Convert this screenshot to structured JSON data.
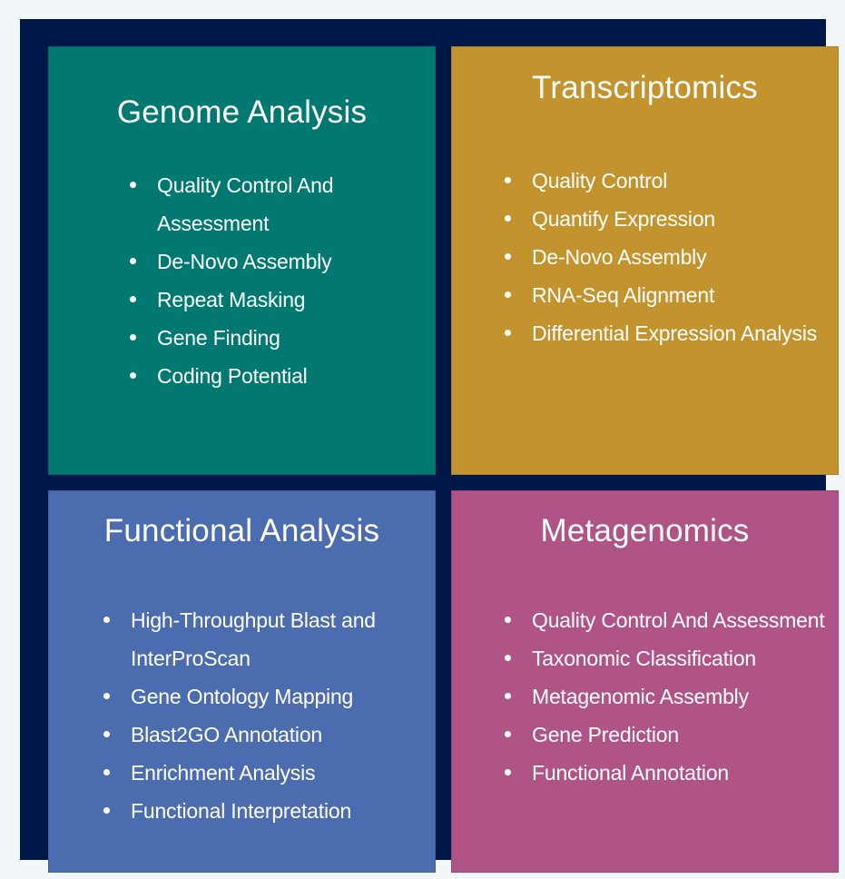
{
  "colors": {
    "page_background": "#f2f6f9",
    "frame": "#00174a",
    "text": "#ffffff"
  },
  "panels": [
    {
      "id": "genome-analysis",
      "title": "Genome Analysis",
      "color": "#017971",
      "items": [
        "Quality Control And Assessment",
        "De-Novo Assembly",
        "Repeat Masking",
        "Gene Finding",
        "Coding Potential"
      ]
    },
    {
      "id": "transcriptomics",
      "title": "Transcriptomics",
      "color": "#c3932d",
      "items": [
        "Quality Control",
        "Quantify Expression",
        "De-Novo Assembly",
        "RNA-Seq Alignment",
        "Differential Expression Analysis"
      ]
    },
    {
      "id": "functional-analysis",
      "title": "Functional Analysis",
      "color": "#4b6caf",
      "items": [
        "High-Throughput Blast and InterProScan",
        "Gene Ontology Mapping",
        "Blast2GO Annotation",
        "Enrichment Analysis",
        "Functional Interpretation"
      ]
    },
    {
      "id": "metagenomics",
      "title": "Metagenomics",
      "color": "#b05487",
      "items": [
        "Quality Control And Assessment",
        "Taxonomic Classification",
        "Metagenomic Assembly",
        "Gene Prediction",
        "Functional Annotation"
      ]
    }
  ]
}
